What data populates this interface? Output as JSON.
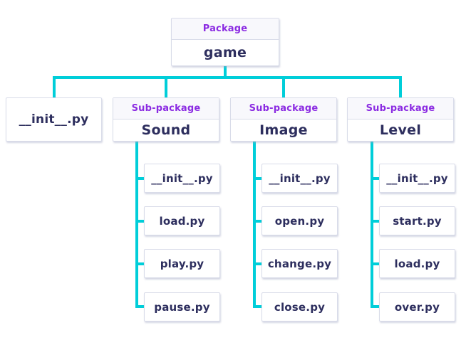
{
  "root": {
    "tag": "Package",
    "name": "game"
  },
  "files": {
    "root_init": "__init__.py"
  },
  "subpackages": [
    {
      "tag": "Sub-package",
      "name": "Sound",
      "children": [
        "__init__.py",
        "load.py",
        "play.py",
        "pause.py"
      ]
    },
    {
      "tag": "Sub-package",
      "name": "Image",
      "children": [
        "__init__.py",
        "open.py",
        "change.py",
        "close.py"
      ]
    },
    {
      "tag": "Sub-package",
      "name": "Level",
      "children": [
        "__init__.py",
        "start.py",
        "load.py",
        "over.py"
      ]
    }
  ],
  "colors": {
    "connector": "#00ced9",
    "tag_text": "#8b2be2",
    "label_text": "#2d2e5e",
    "box_border": "#d9dce9",
    "header_bg": "#f8f8fc",
    "box_bg": "#ffffff",
    "background": "#ffffff"
  }
}
